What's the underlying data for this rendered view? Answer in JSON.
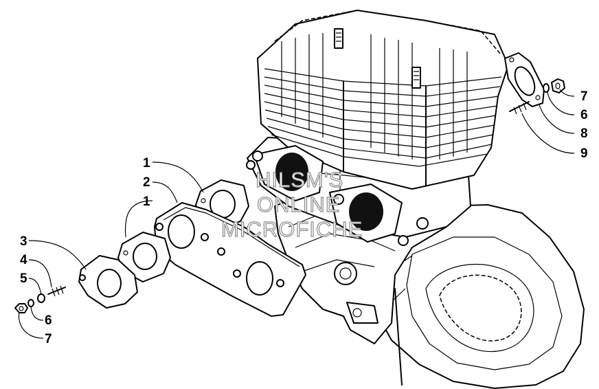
{
  "watermark": {
    "line1": "HILSM'S",
    "line2": "ONLINE",
    "line3": "MICROFICHE"
  },
  "callouts": {
    "left": {
      "c1a": "1",
      "c2": "2",
      "c1b": "1",
      "c3": "3",
      "c4": "4",
      "c5": "5",
      "c6": "6",
      "c7": "7"
    },
    "right": {
      "c7": "7",
      "c6": "6",
      "c8": "8",
      "c9": "9"
    }
  }
}
